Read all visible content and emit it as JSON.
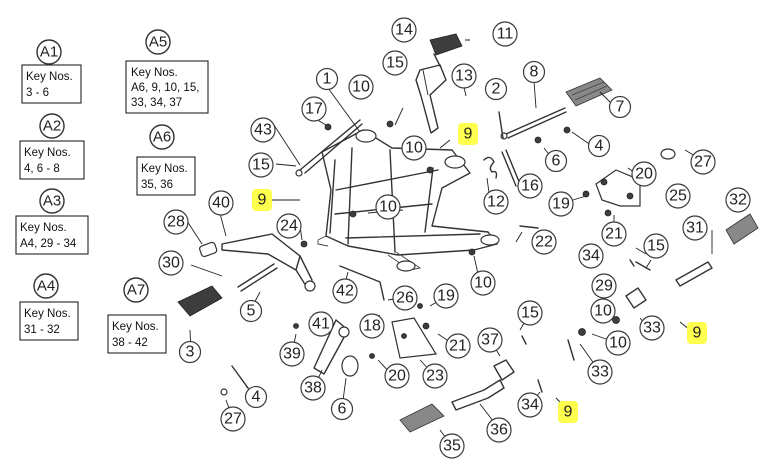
{
  "assemblies": [
    {
      "id": "A1",
      "text": "A1",
      "lines": [
        "Key Nos.",
        "3 - 6"
      ]
    },
    {
      "id": "A2",
      "text": "A2",
      "lines": [
        "Key Nos.",
        "4, 6 - 8"
      ]
    },
    {
      "id": "A3",
      "text": "A3",
      "lines": [
        "Key Nos.",
        "A4, 29 - 34"
      ]
    },
    {
      "id": "A4",
      "text": "A4",
      "lines": [
        "Key Nos.",
        "31 - 32"
      ]
    },
    {
      "id": "A5",
      "text": "A5",
      "lines": [
        "Key Nos.",
        "A6, 9, 10, 15,",
        "33, 34, 37"
      ]
    },
    {
      "id": "A6",
      "text": "A6",
      "lines": [
        "Key Nos.",
        "35, 36"
      ]
    },
    {
      "id": "A7",
      "text": "A7",
      "lines": [
        "Key Nos.",
        "38 - 42"
      ]
    }
  ],
  "callouts": [
    {
      "text": "14",
      "hl": false
    },
    {
      "text": "11",
      "hl": false
    },
    {
      "text": "1",
      "hl": false
    },
    {
      "text": "10",
      "hl": false
    },
    {
      "text": "15",
      "hl": false
    },
    {
      "text": "13",
      "hl": false
    },
    {
      "text": "8",
      "hl": false
    },
    {
      "text": "7",
      "hl": false
    },
    {
      "text": "17",
      "hl": false
    },
    {
      "text": "2",
      "hl": false
    },
    {
      "text": "43",
      "hl": false
    },
    {
      "text": "9",
      "hl": true
    },
    {
      "text": "10",
      "hl": false
    },
    {
      "text": "4",
      "hl": false
    },
    {
      "text": "6",
      "hl": false
    },
    {
      "text": "15",
      "hl": false
    },
    {
      "text": "16",
      "hl": false
    },
    {
      "text": "27",
      "hl": false
    },
    {
      "text": "12",
      "hl": false
    },
    {
      "text": "20",
      "hl": false
    },
    {
      "text": "9",
      "hl": true
    },
    {
      "text": "10",
      "hl": false
    },
    {
      "text": "19",
      "hl": false
    },
    {
      "text": "25",
      "hl": false
    },
    {
      "text": "32",
      "hl": false
    },
    {
      "text": "40",
      "hl": false
    },
    {
      "text": "24",
      "hl": false
    },
    {
      "text": "28",
      "hl": false
    },
    {
      "text": "21",
      "hl": false
    },
    {
      "text": "22",
      "hl": false
    },
    {
      "text": "31",
      "hl": false
    },
    {
      "text": "15",
      "hl": false
    },
    {
      "text": "34",
      "hl": false
    },
    {
      "text": "30",
      "hl": false
    },
    {
      "text": "10",
      "hl": false
    },
    {
      "text": "29",
      "hl": false
    },
    {
      "text": "42",
      "hl": false
    },
    {
      "text": "26",
      "hl": false
    },
    {
      "text": "19",
      "hl": false
    },
    {
      "text": "5",
      "hl": false
    },
    {
      "text": "15",
      "hl": false
    },
    {
      "text": "10",
      "hl": false
    },
    {
      "text": "33",
      "hl": false
    },
    {
      "text": "9",
      "hl": true
    },
    {
      "text": "41",
      "hl": false
    },
    {
      "text": "18",
      "hl": false
    },
    {
      "text": "21",
      "hl": false
    },
    {
      "text": "37",
      "hl": false
    },
    {
      "text": "10",
      "hl": false
    },
    {
      "text": "3",
      "hl": false
    },
    {
      "text": "39",
      "hl": false
    },
    {
      "text": "20",
      "hl": false
    },
    {
      "text": "23",
      "hl": false
    },
    {
      "text": "33",
      "hl": false
    },
    {
      "text": "38",
      "hl": false
    },
    {
      "text": "6",
      "hl": false
    },
    {
      "text": "27",
      "hl": false
    },
    {
      "text": "4",
      "hl": false
    },
    {
      "text": "34",
      "hl": false
    },
    {
      "text": "9",
      "hl": true
    },
    {
      "text": "36",
      "hl": false
    },
    {
      "text": "35",
      "hl": false
    }
  ],
  "colors": {
    "highlight": "#ffff4d",
    "line": "#333333"
  }
}
